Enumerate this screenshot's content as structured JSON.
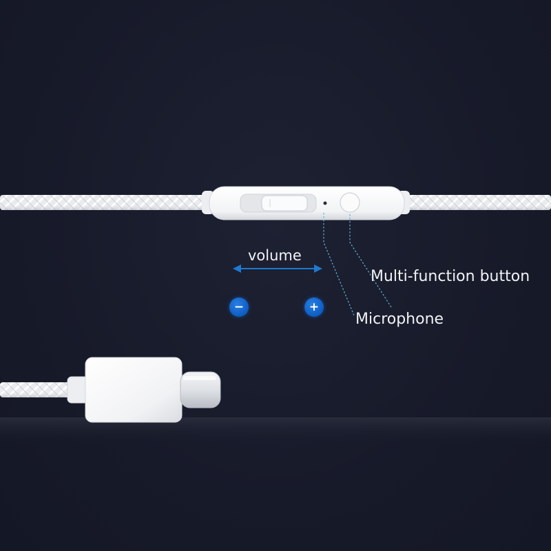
{
  "labels": {
    "volume": "volume",
    "multi_function_button": "Multi-function button",
    "microphone": "Microphone"
  },
  "buttons": {
    "volume_down": "−",
    "volume_up": "+"
  },
  "colors": {
    "background": "#171a29",
    "accent_blue": "#0c5cc4",
    "arrow_blue": "#1f78d1",
    "leader_line": "#5fb2d8",
    "device_white": "#f4f5f7"
  },
  "icons": {
    "volume_arrow": "double-headed-arrow-icon",
    "volume_down": "minus-icon",
    "volume_up": "plus-icon"
  }
}
